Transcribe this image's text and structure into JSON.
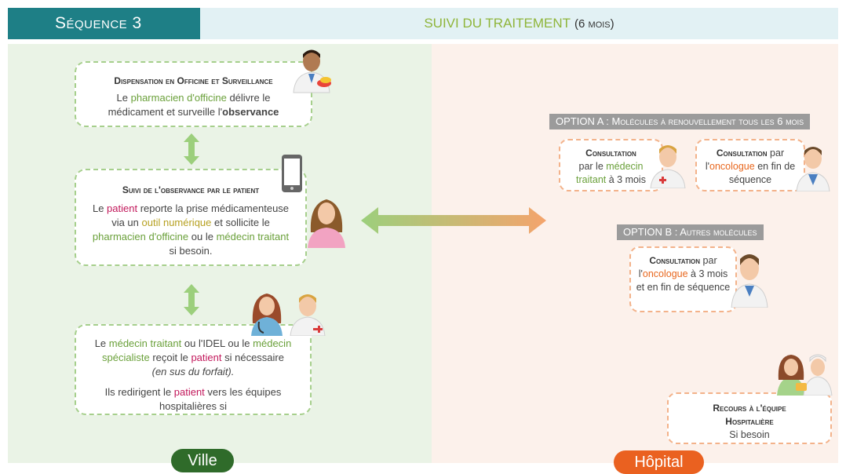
{
  "header": {
    "sequence_label": "Séquence 3",
    "title_main": "SUIVI DU TRAITEMENT",
    "title_paren": "(6 mois)"
  },
  "ville": {
    "zone_label": "Ville",
    "box1": {
      "title": "Dispensation en Officine et Surveillance",
      "t1": "Le ",
      "t2": "pharmacien d'officine",
      "t3": " délivre le médicament et  surveille l'",
      "t4": "observance"
    },
    "box2": {
      "title": "Suivi de l'observance par le patient",
      "t1": "Le ",
      "t2": "patient",
      "t3": " reporte la prise médicamenteuse via un ",
      "t4": "outil numérique",
      "t5": " et sollicite le ",
      "t6": "pharmacien d'officine",
      "t7": " ou le ",
      "t8": "médecin traitant",
      "t9": " si besoin."
    },
    "box3": {
      "t1": "Le ",
      "t2": "médecin traitant",
      "t3": " ou l'IDEL ou le ",
      "t4": "médecin spécialiste",
      "t5": " reçoit le ",
      "t6": "patient",
      "t7": " si nécessaire",
      "t8": "(en sus du forfait).",
      "t9": "Ils redirigent le ",
      "t10": "patient",
      "t11": " vers les équipes hospitalières si"
    }
  },
  "hopital": {
    "zone_label": "Hôpital",
    "option_a": {
      "label": "OPTION A : Molécules à renouvellement tous les 6 mois",
      "c1_title": "Consultation",
      "c1_a": "par le ",
      "c1_b": "médecin traitant",
      "c1_c": " à 3 mois",
      "c2_title": "Consultation",
      "c2_a": " par l'",
      "c2_b": "oncologue",
      "c2_c": " en fin de séquence"
    },
    "option_b": {
      "label": "OPTION B : Autres molécules",
      "c_title": "Consultation",
      "c_a": " par l'",
      "c_b": "oncologue",
      "c_c": " à 3 mois et en fin de séquence"
    },
    "recours": {
      "title": "Recours à l'équipe Hospitalière",
      "sub": "Si besoin"
    }
  },
  "colors": {
    "teal": "#1e7f86",
    "green_label": "#2f6b2a",
    "orange_label": "#ea6120",
    "arrow_green": "#9ccf7c",
    "arrow_orange": "#f4a46c"
  },
  "icons": [
    "pharmacist-icon",
    "phone-icon",
    "patient-woman-icon",
    "nurse-icon",
    "doctor-icon",
    "oncologist-icon",
    "hospital-team-icon"
  ]
}
